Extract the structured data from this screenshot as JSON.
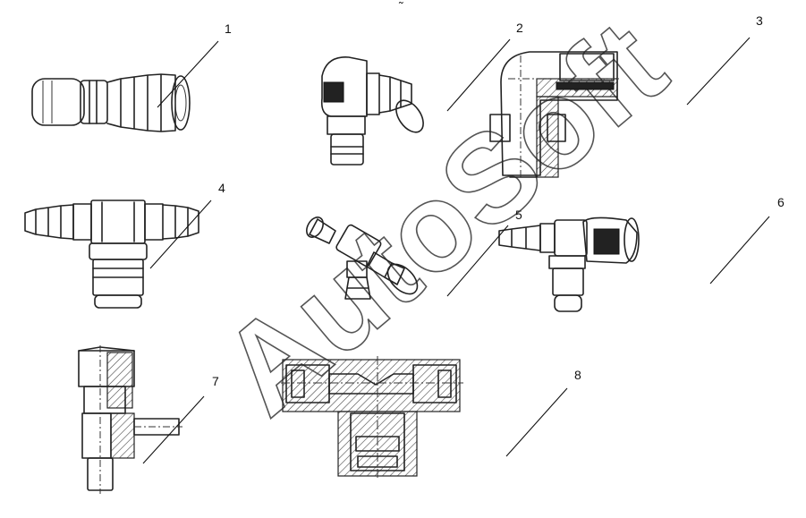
{
  "callouts": [
    {
      "id": "1",
      "label": "1"
    },
    {
      "id": "2",
      "label": "2"
    },
    {
      "id": "3",
      "label": "3"
    },
    {
      "id": "4",
      "label": "4"
    },
    {
      "id": "5",
      "label": "5"
    },
    {
      "id": "6",
      "label": "6"
    },
    {
      "id": "7",
      "label": "7"
    },
    {
      "id": "8",
      "label": "8"
    }
  ],
  "watermark": "AutoSoft",
  "top_mark": "˜"
}
